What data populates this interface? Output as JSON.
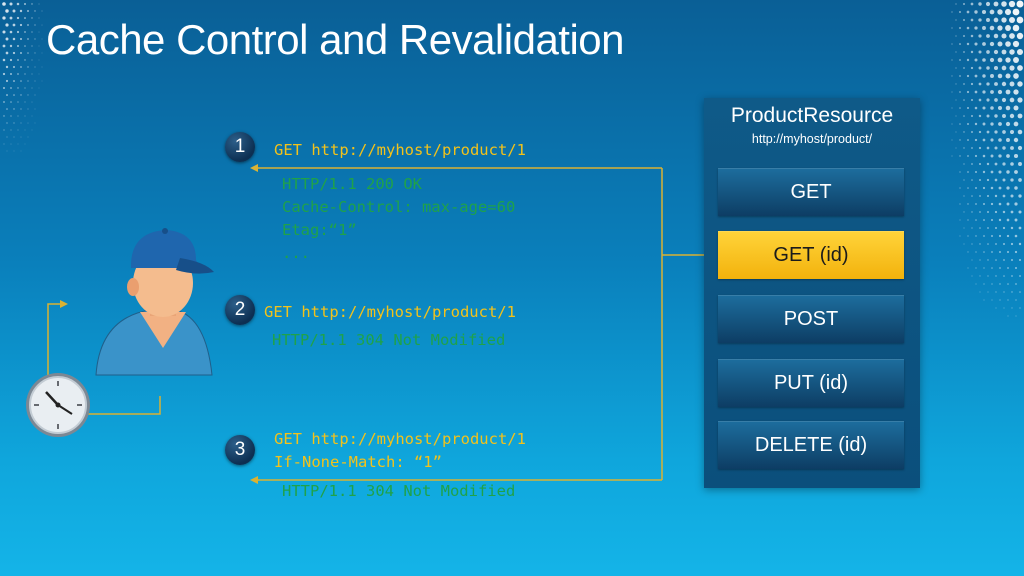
{
  "title": "Cache Control and Revalidation",
  "steps": [
    {
      "number": "1",
      "request": [
        "GET http://myhost/product/1"
      ],
      "response": [
        "HTTP/1.1 200 OK",
        "Cache-Control: max-age=60",
        "Etag:“1”",
        "..."
      ]
    },
    {
      "number": "2",
      "request": [
        "GET http://myhost/product/1"
      ],
      "response": [
        "HTTP/1.1 304 Not Modified"
      ]
    },
    {
      "number": "3",
      "request": [
        "GET http://myhost/product/1",
        "If-None-Match: “1”"
      ],
      "response": [
        "HTTP/1.1 304 Not Modified"
      ]
    }
  ],
  "resource": {
    "name": "ProductResource",
    "url": "http://myhost/product/",
    "methods": [
      "GET",
      "GET (id)",
      "POST",
      "PUT (id)",
      "DELETE (id)"
    ],
    "active_method": "GET (id)"
  },
  "colors": {
    "request_text": "#f2c21b",
    "response_text": "#1fa24a",
    "active_method": "#f7c21c",
    "connector": "#d9b233"
  },
  "icons": [
    "user-icon",
    "clock-icon"
  ]
}
